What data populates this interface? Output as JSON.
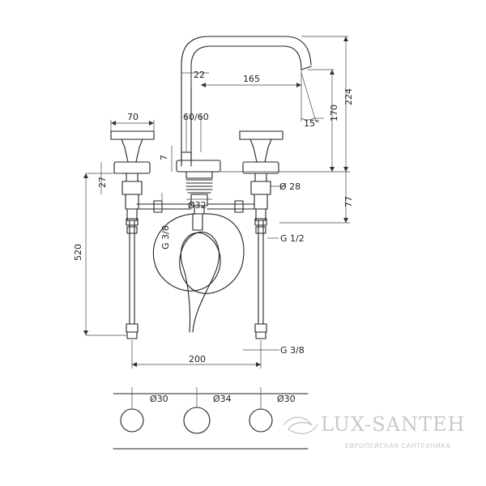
{
  "dimensions": {
    "d22": "22",
    "d165": "165",
    "d15deg": "15°",
    "d170": "170",
    "d224": "224",
    "d70": "70",
    "d60_60": "60/60",
    "d7": "7",
    "d27": "27",
    "d28": "Ø 28",
    "d77": "77",
    "d32": "Ø32",
    "g38_left": "G 3/8",
    "g12": "G 1/2",
    "d520": "520",
    "d200": "200",
    "g38_bottom": "G 3/8",
    "hole_left": "Ø30",
    "hole_middle": "Ø34",
    "hole_right": "Ø30"
  },
  "watermark": {
    "brand": "LUX-SANTEH",
    "tagline": "ЕВРОПЕЙСКАЯ САНТЕХНИКА",
    "color": "#c9c9c9"
  }
}
